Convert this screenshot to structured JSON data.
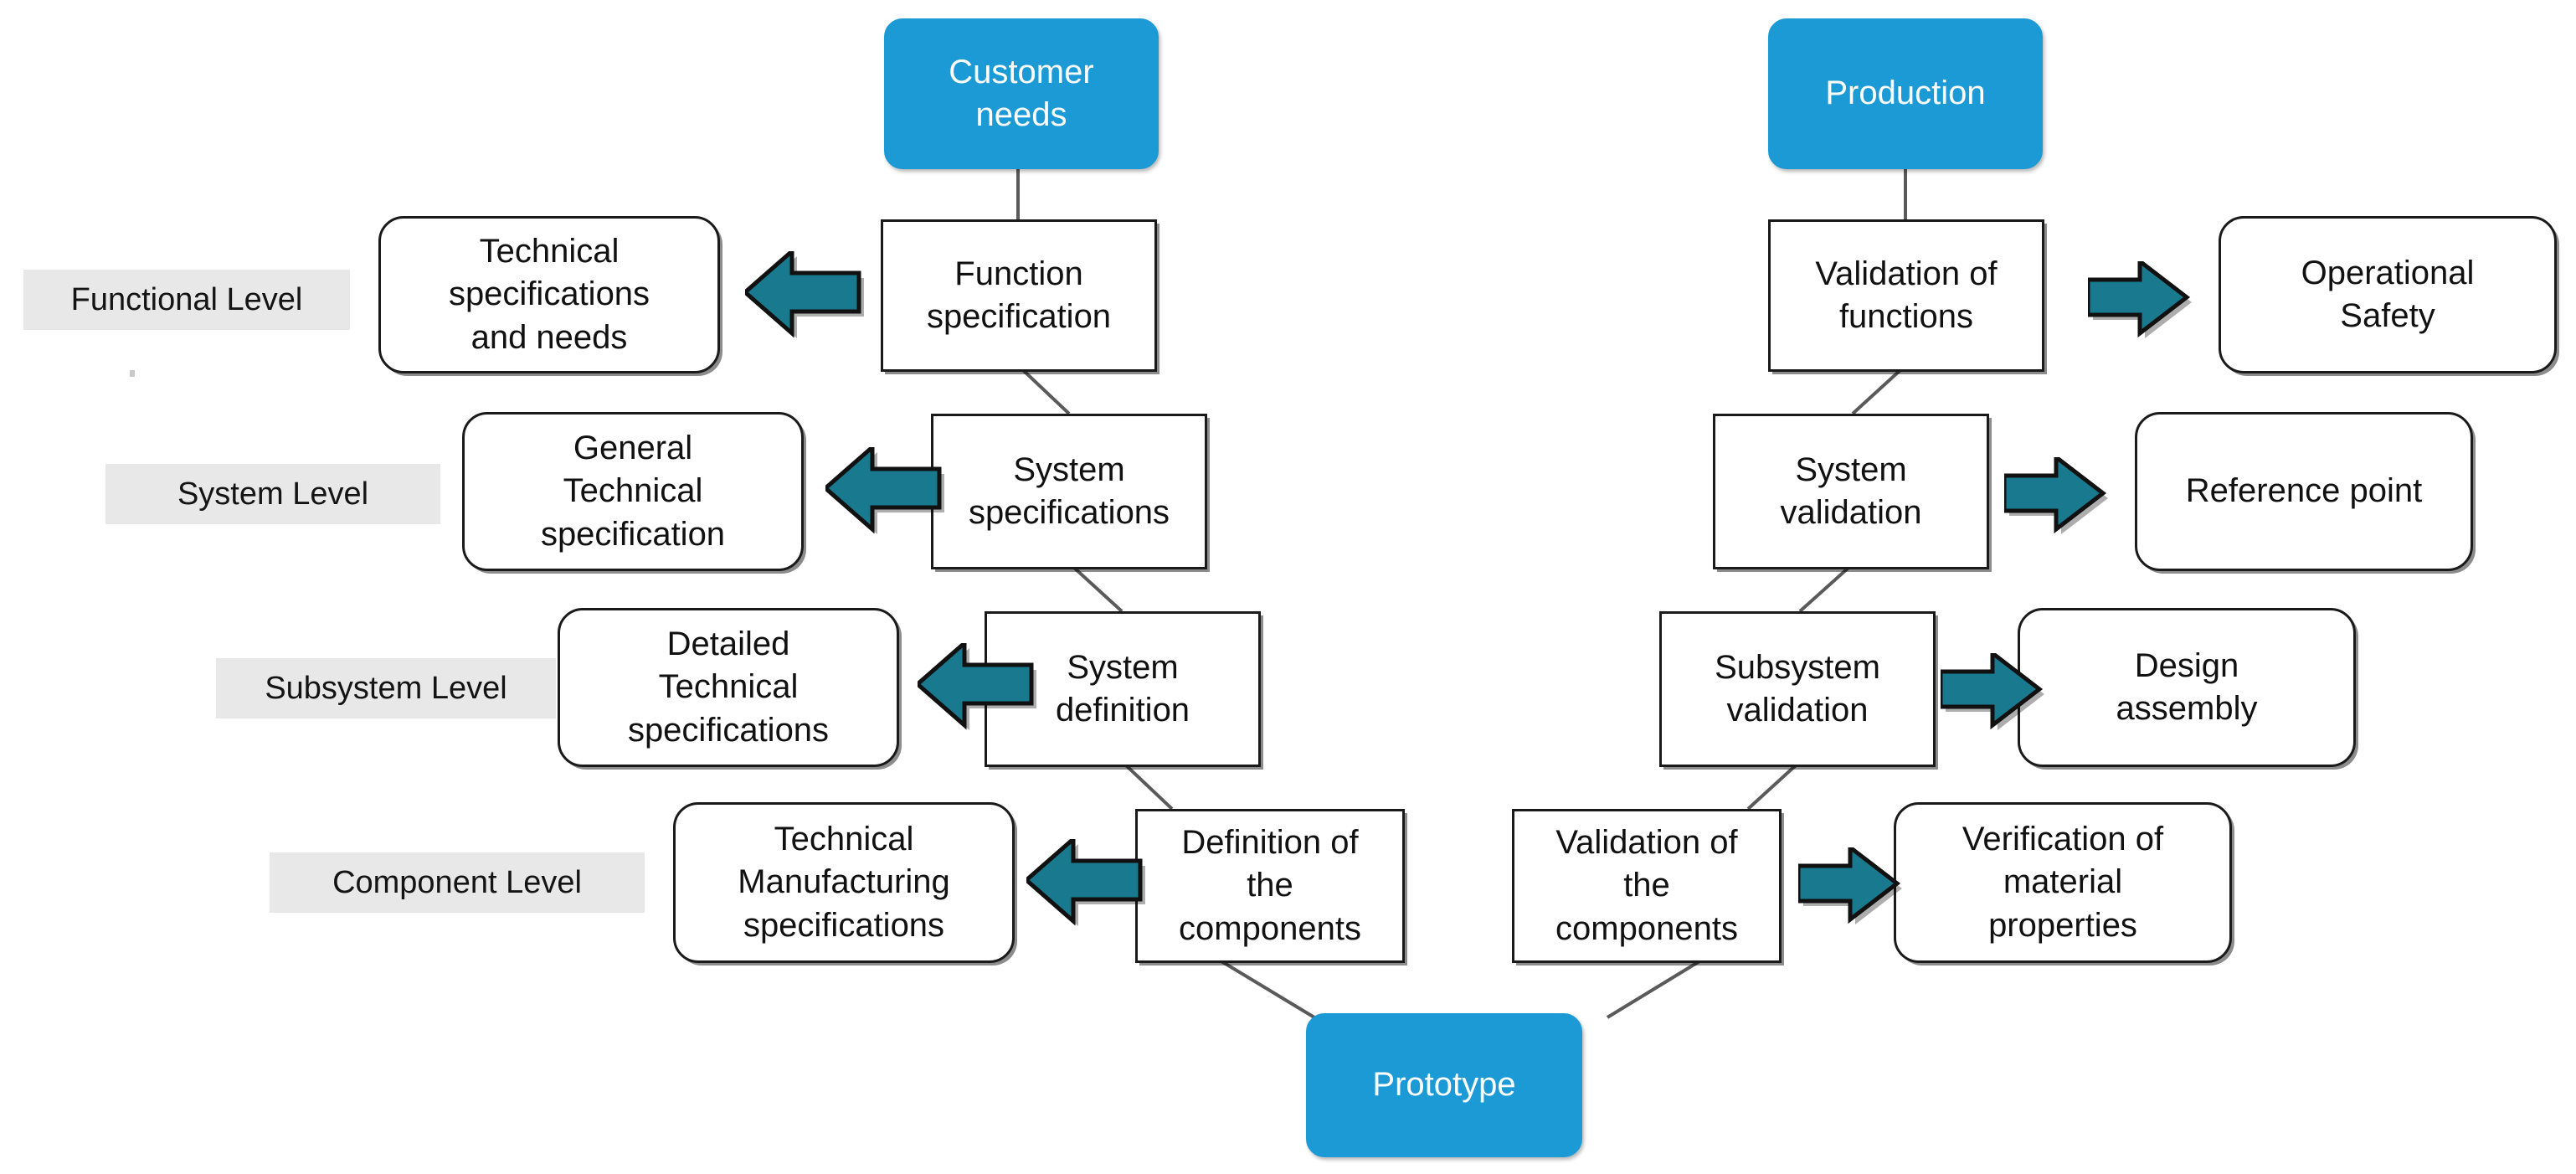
{
  "diagram": {
    "title": "V-Model product development diagram",
    "colors": {
      "terminal_blue": "#1b9ad6",
      "arrow_teal": "#19798f",
      "level_label_grey": "#e8e8e8",
      "node_border": "#1a1a1a",
      "connector_line": "#5a5a5a",
      "background": "#ffffff"
    },
    "level_labels": [
      {
        "id": "functional",
        "text": "Functional Level"
      },
      {
        "id": "system",
        "text": "System Level"
      },
      {
        "id": "subsystem",
        "text": "Subsystem Level"
      },
      {
        "id": "component",
        "text": "Component Level"
      }
    ],
    "terminals": [
      {
        "id": "customer-needs",
        "text": "Customer\nneeds"
      },
      {
        "id": "production",
        "text": "Production"
      },
      {
        "id": "prototype",
        "text": "Prototype"
      }
    ],
    "left_spine": [
      {
        "id": "function-specification",
        "text": "Function\nspecification"
      },
      {
        "id": "system-specifications",
        "text": "System\nspecifications"
      },
      {
        "id": "system-definition",
        "text": "System\ndefinition"
      },
      {
        "id": "definition-of-the-components",
        "text": "Definition of\nthe\ncomponents"
      }
    ],
    "left_outputs": [
      {
        "id": "technical-specifications-and-needs",
        "text": "Technical\nspecifications\nand needs"
      },
      {
        "id": "general-technical-specification",
        "text": "General\nTechnical\nspecification"
      },
      {
        "id": "detailed-technical-specifications",
        "text": "Detailed\nTechnical\nspecifications"
      },
      {
        "id": "technical-manufacturing-specifications",
        "text": "Technical\nManufacturing\nspecifications"
      }
    ],
    "right_spine": [
      {
        "id": "validation-of-functions",
        "text": "Validation of\nfunctions"
      },
      {
        "id": "system-validation",
        "text": "System\nvalidation"
      },
      {
        "id": "subsystem-validation",
        "text": "Subsystem\nvalidation"
      },
      {
        "id": "validation-of-the-components",
        "text": "Validation of\nthe\ncomponents"
      }
    ],
    "right_outputs": [
      {
        "id": "operational-safety",
        "text": "Operational\nSafety"
      },
      {
        "id": "reference-point",
        "text": "Reference point"
      },
      {
        "id": "design-assembly",
        "text": "Design\nassembly"
      },
      {
        "id": "verification-of-material-properties",
        "text": "Verification of\nmaterial\nproperties"
      }
    ],
    "arrows": [
      {
        "id": "arrow-left-functional",
        "direction": "left"
      },
      {
        "id": "arrow-left-system",
        "direction": "left"
      },
      {
        "id": "arrow-left-subsystem",
        "direction": "left"
      },
      {
        "id": "arrow-left-component",
        "direction": "left"
      },
      {
        "id": "arrow-right-functional",
        "direction": "right"
      },
      {
        "id": "arrow-right-system",
        "direction": "right"
      },
      {
        "id": "arrow-right-subsystem",
        "direction": "right"
      },
      {
        "id": "arrow-right-component",
        "direction": "right"
      }
    ]
  }
}
